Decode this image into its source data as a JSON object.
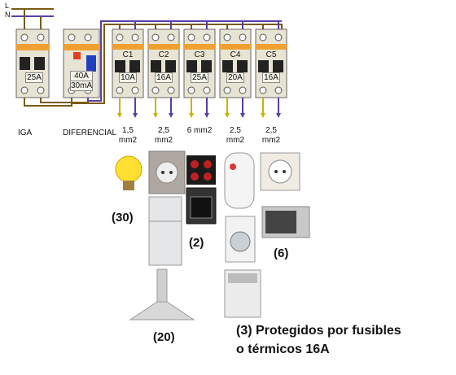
{
  "lines": {
    "line": "L",
    "neutral": "N"
  },
  "colors": {
    "phase": "#7a5a12",
    "neutral": "#5a3ea6",
    "earth": "#c8b400",
    "breaker_body": "#e8e4d4",
    "label_band": "#f0a030"
  },
  "modules": {
    "iga": {
      "label": "IGA",
      "rating": "25A"
    },
    "rcd": {
      "label": "DIFERENCIAL",
      "rating_current": "40A",
      "rating_sensitivity": "30mA"
    },
    "circuits": [
      {
        "name": "C1",
        "rating": "10A",
        "section_value": "1,5",
        "section_unit": "mm2"
      },
      {
        "name": "C2",
        "rating": "16A",
        "section_value": "2,5",
        "section_unit": "mm2"
      },
      {
        "name": "C3",
        "rating": "25A",
        "section_value": "6 mm2",
        "section_unit": ""
      },
      {
        "name": "C4",
        "rating": "20A",
        "section_value": "2,5",
        "section_unit": "mm2"
      },
      {
        "name": "C5",
        "rating": "16A",
        "section_value": "2,5",
        "section_unit": "mm2"
      }
    ]
  },
  "counts": {
    "lighting": "(30)",
    "sockets_c2": "(20)",
    "stove": "(2)",
    "sockets_c5": "(6)"
  },
  "note": {
    "line1": "(3) Protegidos por fusibles",
    "line2": "o térmicos 16A"
  }
}
